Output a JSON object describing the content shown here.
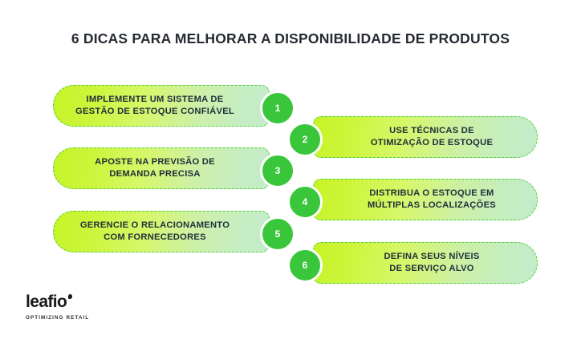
{
  "title": "6 DICAS PARA MELHORAR A DISPONIBILIDADE DE PRODUTOS",
  "theme": {
    "accent_green": "#3ac63a",
    "gradient_start": "#c6f327",
    "gradient_end": "#c3eccc",
    "dash_border": "#4bd13a",
    "text_color": "#20303c",
    "title_color": "#262b33"
  },
  "tips": [
    {
      "number": "1",
      "side": "left",
      "text": "IMPLEMENTE UM SISTEMA DE\nGESTÃO DE ESTOQUE CONFIÁVEL"
    },
    {
      "number": "2",
      "side": "right",
      "text": "USE TÉCNICAS DE\nOTIMIZAÇÃO DE ESTOQUE"
    },
    {
      "number": "3",
      "side": "left",
      "text": "APOSTE NA PREVISÃO DE\nDEMANDA PRECISA"
    },
    {
      "number": "4",
      "side": "right",
      "text": "DISTRIBUA O ESTOQUE EM\nMÚLTIPLAS LOCALIZAÇÕES"
    },
    {
      "number": "5",
      "side": "left",
      "text": "GERENCIE O RELACIONAMENTO\nCOM FORNECEDORES"
    },
    {
      "number": "6",
      "side": "right",
      "text": "DEFINA SEUS NÍVEIS\nDE SERVIÇO ALVO"
    }
  ],
  "logo": {
    "word": "leafio",
    "tagline": "OPTIMIZING RETAIL"
  }
}
